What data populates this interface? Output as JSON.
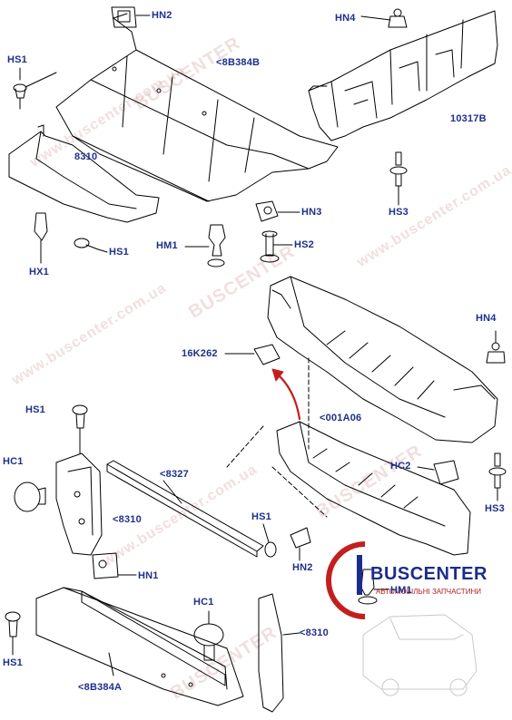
{
  "watermark": {
    "text_a": "BUSCENTER",
    "text_b": "www.buscenter.com.ua",
    "color": "#c99"
  },
  "logo": {
    "main": "BUSCENTER",
    "sub": "АВТОМОБІЛЬНІ ЗАПЧАСТИНИ",
    "red": "#c41e1e",
    "blue": "#1c2c8c"
  },
  "labels": {
    "hn2_top": "HN2",
    "hs1_top": "HS1",
    "p8b384b": "<8B384B",
    "hn4_top": "HN4",
    "p10317b": "10317B",
    "p8310_top": "8310",
    "hs3_top": "HS3",
    "hn3": "HN3",
    "hm1_mid": "HM1",
    "hs2": "HS2",
    "hs1_mid": "HS1",
    "hx1": "HX1",
    "hn4_right": "HN4",
    "p16k262": "16K262",
    "p001a06": "<001A06",
    "hs1_left": "HS1",
    "hc1_left": "HC1",
    "p8327": "<8327",
    "hc2": "HC2",
    "p8310_left": "<8310",
    "hs3_right": "HS3",
    "hs1_center": "HS1",
    "hn2_center": "HN2",
    "hn1": "HN1",
    "hm1_bottom": "HM1",
    "hc1_bottom": "HC1",
    "hs1_bottom": "HS1",
    "p8310_bottom": "<8310",
    "p8b384a": "<8B384A"
  }
}
